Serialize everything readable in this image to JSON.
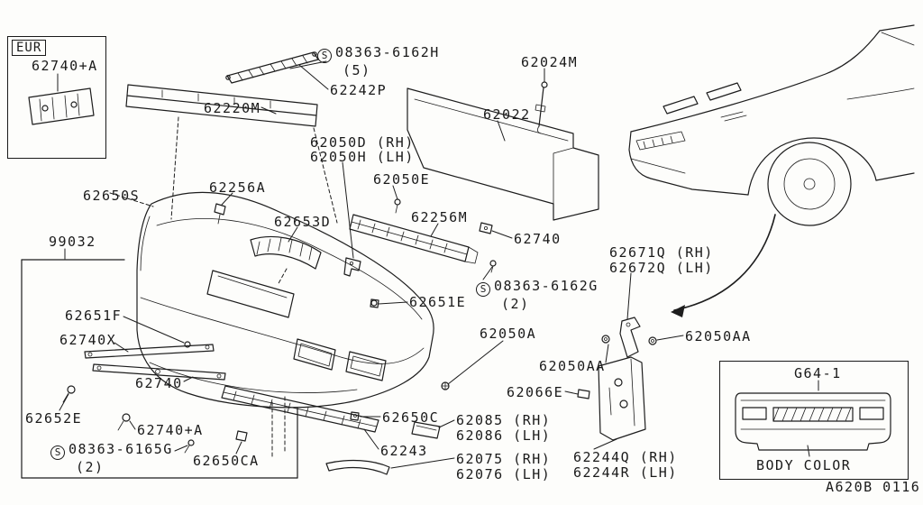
{
  "symbols": {
    "screw": "S"
  },
  "footer": {
    "code": "A620B 0116"
  },
  "eur_box": {
    "tag": "EUR",
    "part_label": "62740+A"
  },
  "inset_box": {
    "title": "G64-1",
    "caption": "BODY COLOR"
  },
  "labels": {
    "s6162h": {
      "text": "08363-6162H",
      "qty": "(5)"
    },
    "p62242p": {
      "text": "62242P"
    },
    "p62220m": {
      "text": "62220M"
    },
    "p62024m": {
      "text": "62024M"
    },
    "p62022": {
      "text": "62022"
    },
    "p62050dh": {
      "line1": "62050D (RH)",
      "line2": "62050H (LH)"
    },
    "p62050e": {
      "text": "62050E"
    },
    "p62650s": {
      "text": "62650S"
    },
    "p62256a": {
      "text": "62256A"
    },
    "p62653d": {
      "text": "62653D"
    },
    "p62256m": {
      "text": "62256M"
    },
    "p62740_upper": {
      "text": "62740"
    },
    "p99032": {
      "text": "99032"
    },
    "s6162g": {
      "text": "08363-6162G",
      "qty": "(2)"
    },
    "p62671q": {
      "line1": "62671Q (RH)",
      "line2": "62672Q (LH)"
    },
    "p62651e": {
      "text": "62651E"
    },
    "p62651f": {
      "text": "62651F"
    },
    "p62740x": {
      "text": "62740X"
    },
    "p62050a": {
      "text": "62050A"
    },
    "p62050aa_right": {
      "text": "62050AA"
    },
    "p62050aa_left": {
      "text": "62050AA"
    },
    "p62740_side": {
      "text": "62740"
    },
    "p62066e": {
      "text": "62066E"
    },
    "p62652e": {
      "text": "62652E"
    },
    "p62740a_side": {
      "text": "62740+A"
    },
    "s6165g": {
      "text": "08363-6165G",
      "qty": "(2)"
    },
    "p62650ca": {
      "text": "62650CA"
    },
    "p62650c": {
      "text": "62650C"
    },
    "p62085": {
      "line1": "62085 (RH)",
      "line2": "62086 (LH)"
    },
    "p62243": {
      "text": "62243"
    },
    "p62075": {
      "line1": "62075 (RH)",
      "line2": "62076 (LH)"
    },
    "p62244q": {
      "line1": "62244Q (RH)",
      "line2": "62244R (LH)"
    }
  }
}
